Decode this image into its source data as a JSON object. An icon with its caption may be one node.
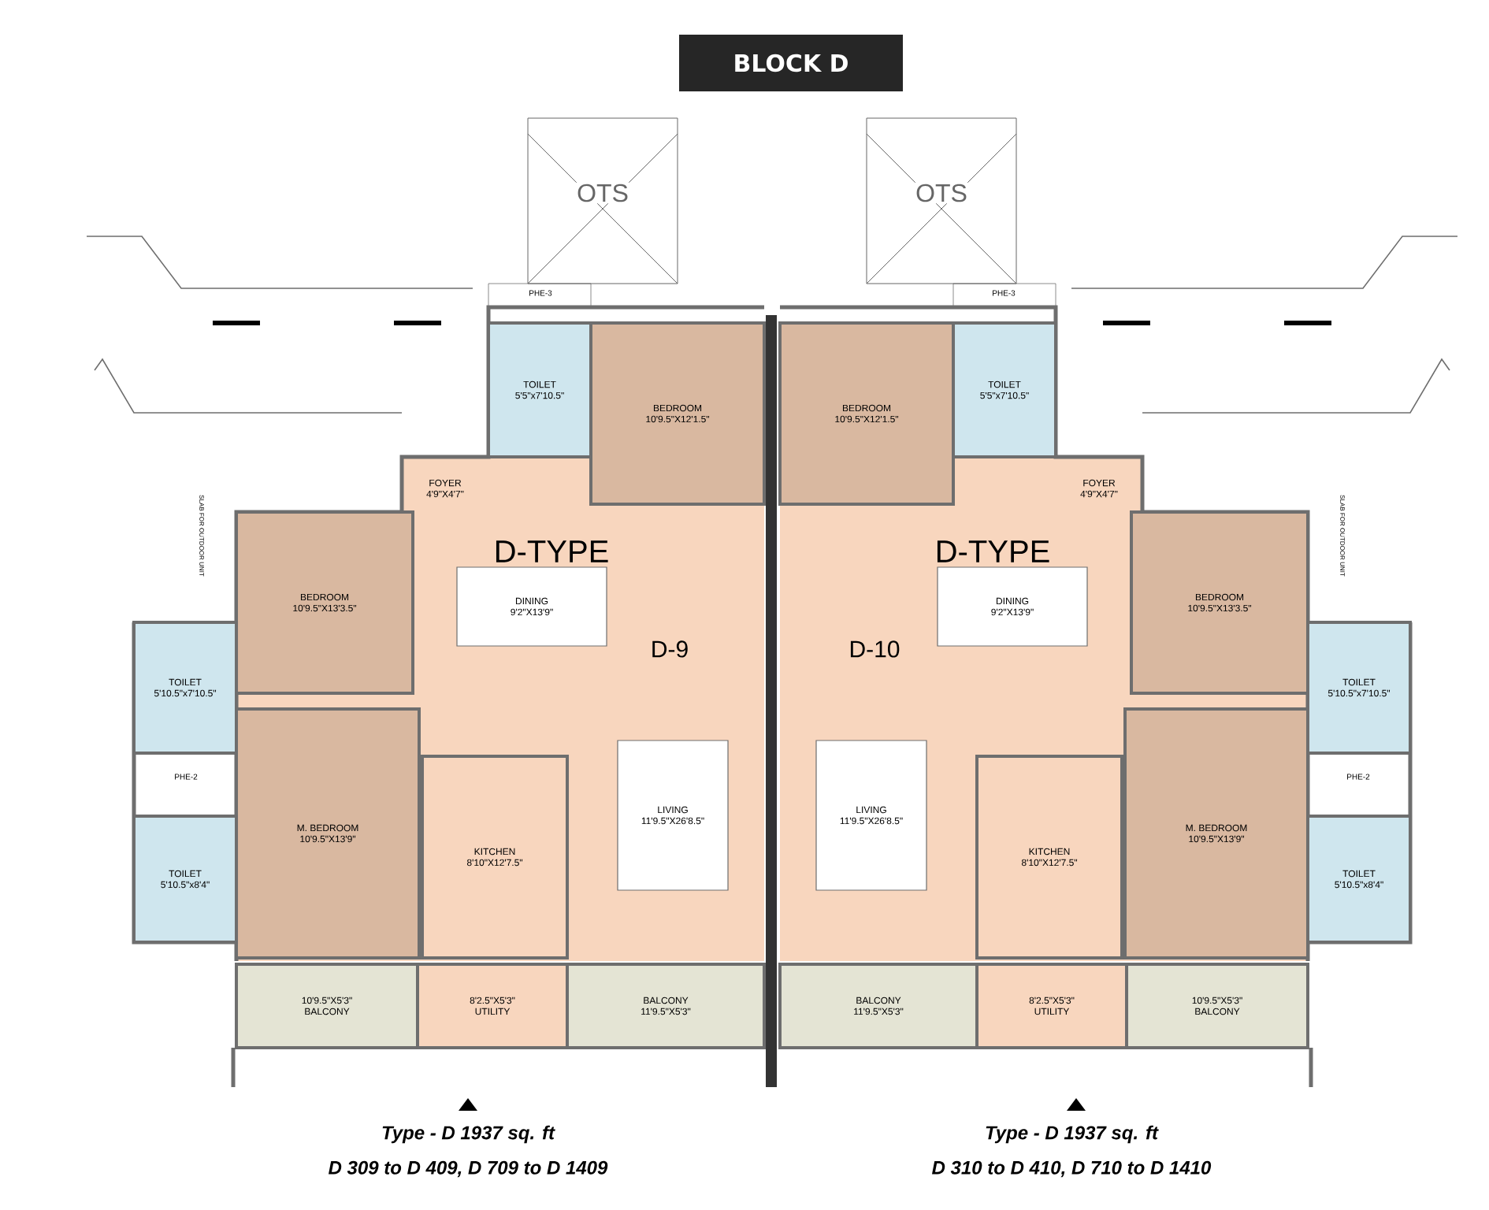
{
  "diagram": {
    "title": "BLOCK D",
    "nodes": [
      {
        "text": [
          "OTS"
        ]
      },
      {
        "text": [
          "TOILET",
          "5'5\"x7'10.5\""
        ]
      },
      {
        "text": [
          "BEDROOM",
          "10'9.5\"X12'1.5\""
        ]
      },
      {
        "text": [
          "FOYER",
          "4'9\"X4'7\""
        ]
      },
      {
        "text": [
          "BEDROOM",
          "10'9.5\"X13'3.5\""
        ]
      },
      {
        "text": [
          "TOILET",
          "5'10.5\"x7'10.5\""
        ]
      },
      {
        "text": [
          "DINING",
          "9'2\"X13'9\""
        ]
      },
      {
        "text": [
          "LIVING",
          "11'9.5\"X26'8.5\""
        ]
      },
      {
        "text": [
          "M. BEDROOM",
          "10'9.5\"X13'9\""
        ]
      },
      {
        "text": [
          "TOILET",
          "5'10.5\"x8'4\""
        ]
      },
      {
        "text": [
          "KITCHEN",
          "8'10\"X12'7.5\""
        ]
      },
      {
        "text": [
          "10'9.5\"X5'3\"",
          "BALCONY"
        ]
      },
      {
        "text": [
          "8'2.5\"X5'3\"",
          "UTILITY"
        ]
      },
      {
        "text": [
          "BALCONY",
          "11'9.5\"X5'3\""
        ]
      },
      {
        "text": [
          "OTS"
        ]
      },
      {
        "text": [
          "TOILET",
          "5'5\"x7'10.5\""
        ]
      },
      {
        "text": [
          "BEDROOM",
          "10'9.5\"X12'1.5\""
        ]
      },
      {
        "text": [
          "FOYER",
          "4'9\"X4'7\""
        ]
      },
      {
        "text": [
          "BEDROOM",
          "10'9.5\"X13'3.5\""
        ]
      },
      {
        "text": [
          "TOILET",
          "5'10.5\"x7'10.5\""
        ]
      },
      {
        "text": [
          "DINING",
          "9'2\"X13'9\""
        ]
      },
      {
        "text": [
          "LIVING",
          "11'9.5\"X26'8.5\""
        ]
      },
      {
        "text": [
          "M. BEDROOM",
          "10'9.5\"X13'9\""
        ]
      },
      {
        "text": [
          "TOILET",
          "5'10.5\"x8'4\""
        ]
      },
      {
        "text": [
          "KITCHEN",
          "8'10\"X12'7.5\""
        ]
      },
      {
        "text": [
          "10'9.5\"X5'3\"",
          "BALCONY"
        ]
      },
      {
        "text": [
          "8'2.5\"X5'3\"",
          "UTILITY"
        ]
      },
      {
        "text": [
          "BALCONY",
          "11'9.5\"X5'3\""
        ]
      }
    ],
    "labels": [
      "PHE-3",
      "PHE-3",
      "D-TYPE",
      "D-TYPE",
      "D-9",
      "D-10",
      "SLAB FOR OUTDOOR UNIT",
      "SLAB FOR OUTDOOR UNIT",
      "PHE-2",
      "PHE-2",
      "Type - D  1937 sq. ft",
      "Type - D  1937 sq. ft",
      "D 309 to D 409, D 709 to D 1409",
      "D 310 to D 410, D 710 to D 1410"
    ]
  }
}
